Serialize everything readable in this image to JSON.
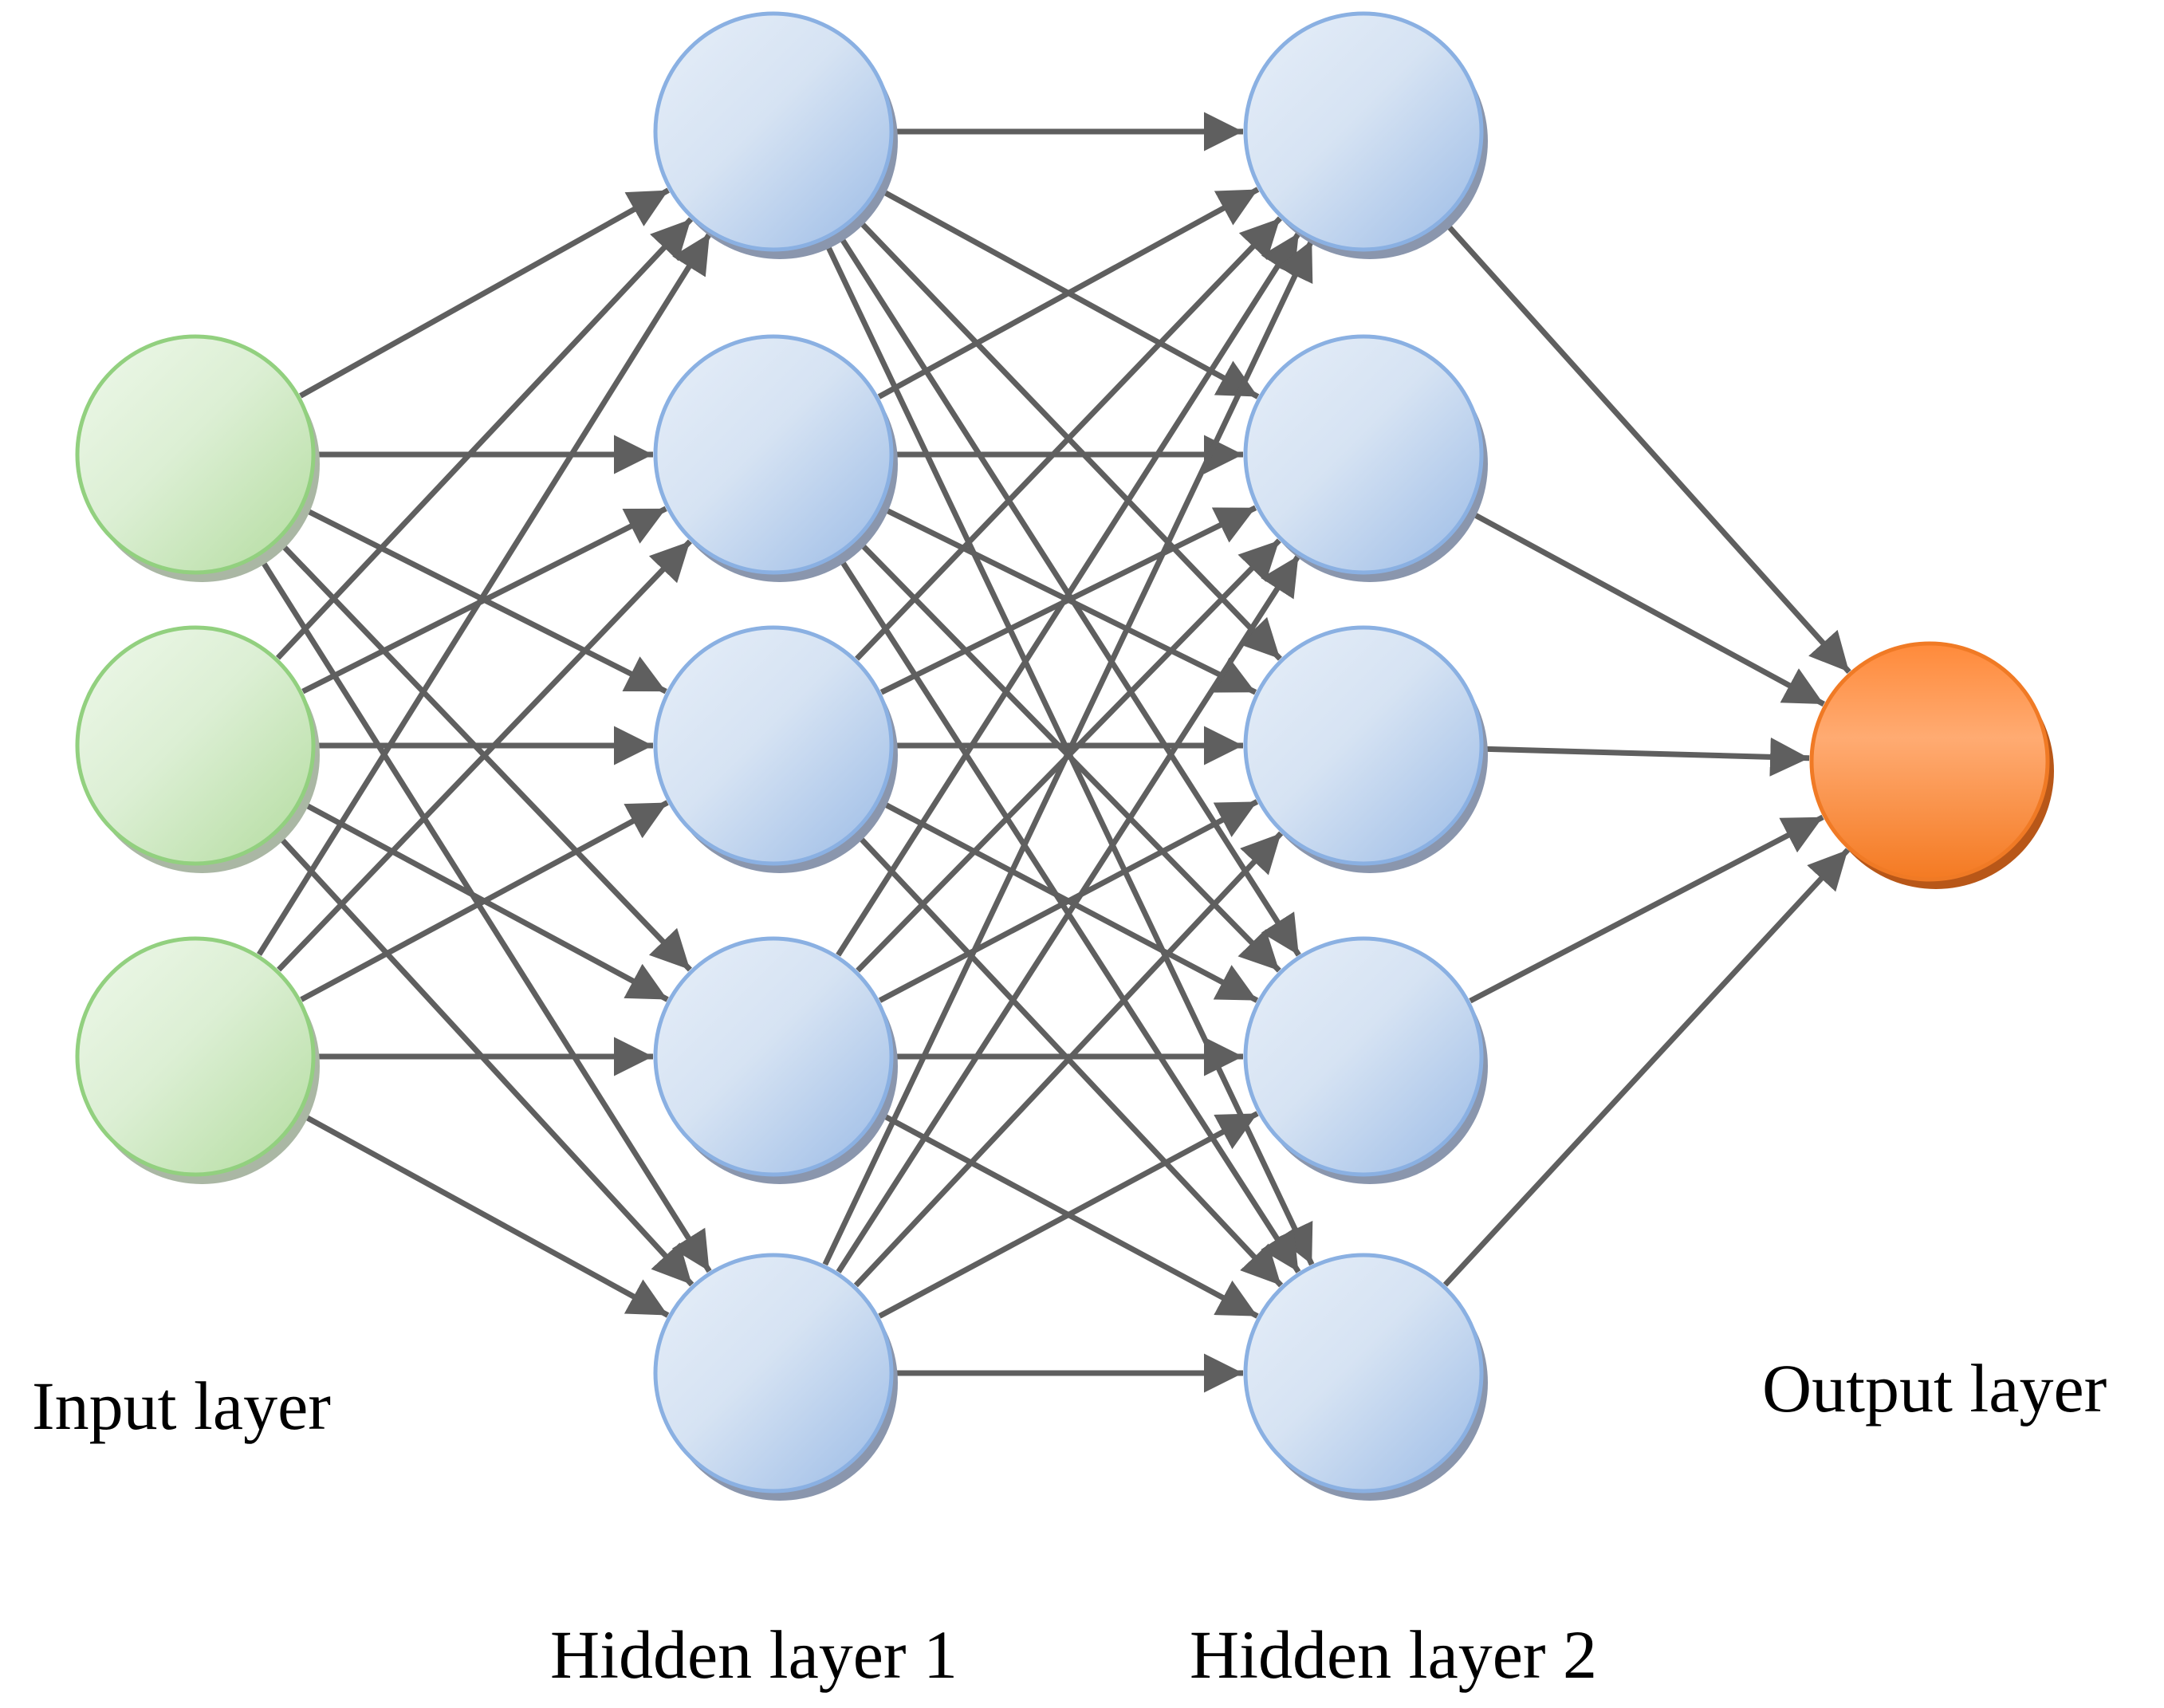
{
  "layers": [
    {
      "id": "input",
      "label": "Input layer",
      "neurons": 3,
      "color": "green"
    },
    {
      "id": "hidden1",
      "label": "Hidden layer 1",
      "neurons": 5,
      "color": "blue"
    },
    {
      "id": "hidden2",
      "label": "Hidden layer 2",
      "neurons": 5,
      "color": "blue"
    },
    {
      "id": "output",
      "label": "Output layer",
      "neurons": 1,
      "color": "orange"
    }
  ],
  "connections": "fully-connected",
  "colors": {
    "input_fill_light": "#e2f1dc",
    "input_fill_dark": "#b9dfa6",
    "input_stroke": "#92d07f",
    "input_shadow": "#aab7a4",
    "hidden_fill_light": "#dbe6f4",
    "hidden_fill_dark": "#9dbce6",
    "hidden_stroke": "#8ab0e2",
    "hidden_shadow": "#8a96ad",
    "output_fill_light": "#ffb684",
    "output_fill_dark": "#f77e26",
    "output_stroke": "#f07a25",
    "output_shadow": "#b85718",
    "edge": "#5f5f5f"
  }
}
